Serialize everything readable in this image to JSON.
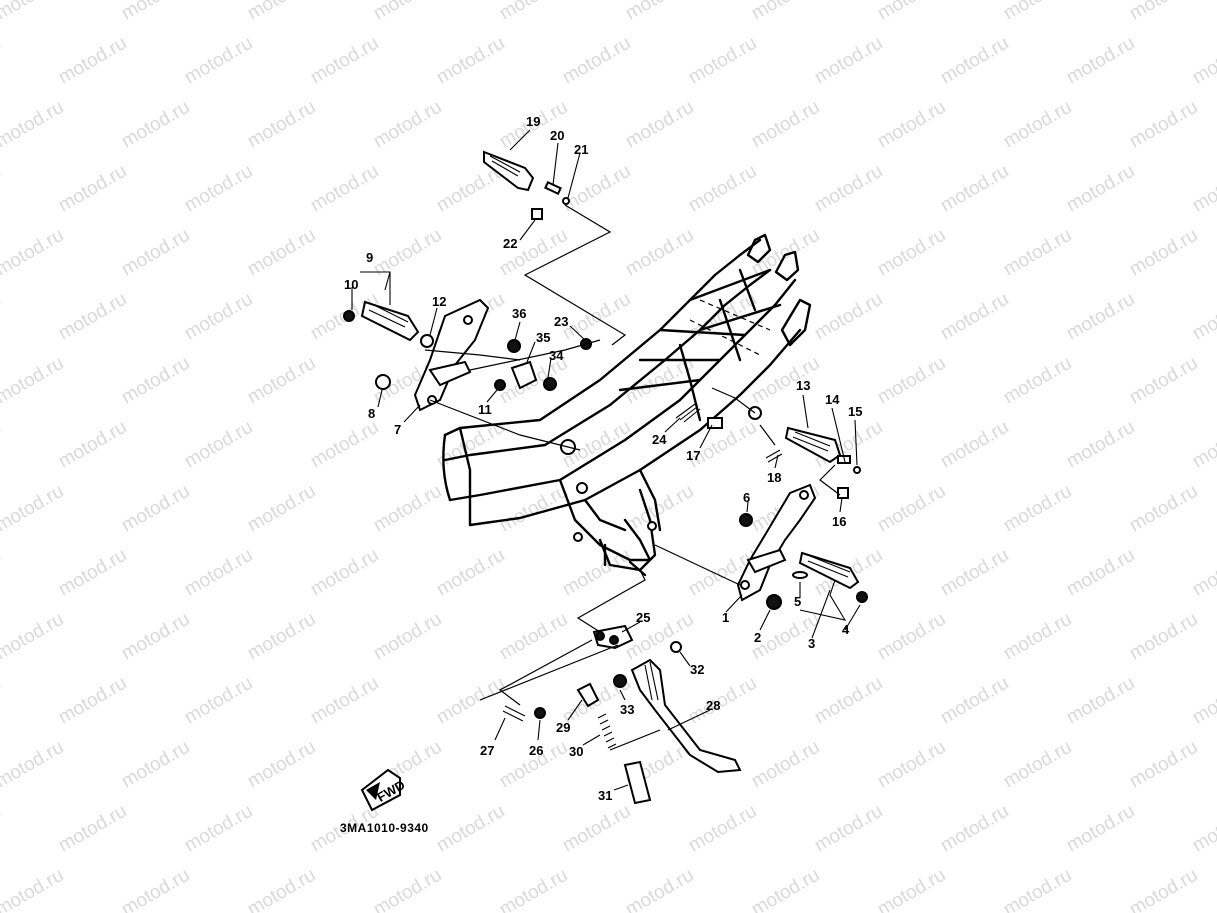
{
  "watermark": {
    "text": "motod.ru"
  },
  "diagram": {
    "code": "3MA1010-9340",
    "fwd": "FWD",
    "callouts": [
      {
        "n": "1"
      },
      {
        "n": "2"
      },
      {
        "n": "3"
      },
      {
        "n": "4"
      },
      {
        "n": "5"
      },
      {
        "n": "6"
      },
      {
        "n": "7"
      },
      {
        "n": "8"
      },
      {
        "n": "9"
      },
      {
        "n": "10"
      },
      {
        "n": "11"
      },
      {
        "n": "12"
      },
      {
        "n": "13"
      },
      {
        "n": "14"
      },
      {
        "n": "15"
      },
      {
        "n": "16"
      },
      {
        "n": "17"
      },
      {
        "n": "18"
      },
      {
        "n": "19"
      },
      {
        "n": "20"
      },
      {
        "n": "21"
      },
      {
        "n": "22"
      },
      {
        "n": "23"
      },
      {
        "n": "24"
      },
      {
        "n": "25"
      },
      {
        "n": "26"
      },
      {
        "n": "27"
      },
      {
        "n": "28"
      },
      {
        "n": "29"
      },
      {
        "n": "30"
      },
      {
        "n": "31"
      },
      {
        "n": "32"
      },
      {
        "n": "33"
      },
      {
        "n": "34"
      },
      {
        "n": "35"
      },
      {
        "n": "36"
      }
    ]
  }
}
